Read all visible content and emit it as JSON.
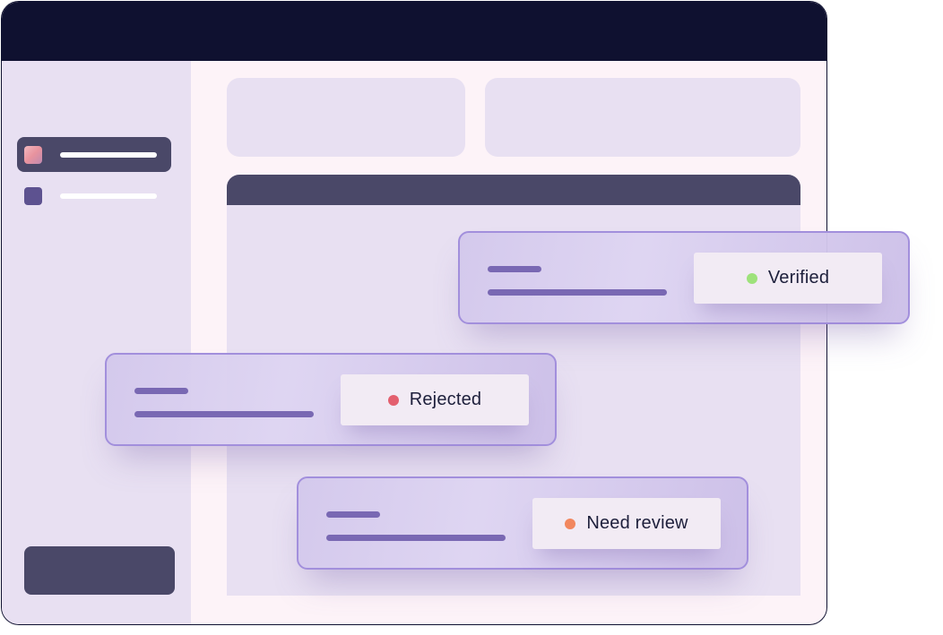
{
  "colors": {
    "titlebar": "#0f1130",
    "sidebar_bg": "#e8e0f2",
    "content_bg": "#fdf3f8",
    "accent_dark": "#4a4868",
    "card_border": "#a28fdc",
    "bar": "#7968b3"
  },
  "sidebar": {
    "items": [
      {
        "icon": "app-icon",
        "active": true
      },
      {
        "icon": "square-icon",
        "active": false
      }
    ]
  },
  "rows": [
    {
      "status": "Verified",
      "dot_color": "#9ee27b"
    },
    {
      "status": "Rejected",
      "dot_color": "#e35f6e"
    },
    {
      "status": "Need review",
      "dot_color": "#f2875e"
    }
  ]
}
